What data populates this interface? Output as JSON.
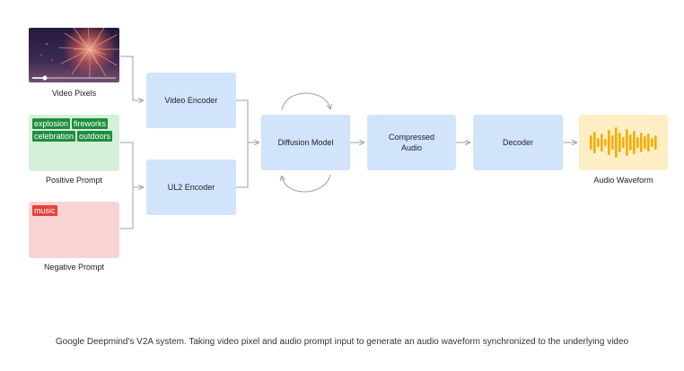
{
  "diagram": {
    "inputs": {
      "video_label": "Video Pixels",
      "positive_label": "Positive Prompt",
      "positive_tags": [
        "explosion",
        "fireworks",
        "celebration",
        "outdoors"
      ],
      "negative_label": "Negative Prompt",
      "negative_tags": [
        "music"
      ]
    },
    "nodes": {
      "video_encoder": "Video Encoder",
      "ul2_encoder": "UL2 Encoder",
      "diffusion_model": "Diffusion Model",
      "compressed_audio": "Compressed Audio",
      "decoder": "Decoder"
    },
    "output_label": "Audio Waveform",
    "colors": {
      "node_blue": "#d2e3fc",
      "positive_bg": "#d5f0d9",
      "positive_tag": "#1e8e3e",
      "negative_bg": "#f8d3d3",
      "negative_tag": "#e5413a",
      "waveform_bg": "#fdefc3",
      "waveform_bars": "#f9ab00",
      "connector": "#9aa0a6"
    }
  },
  "caption": "Google Deepmind's V2A system. Taking video pixel and audio prompt input to generate an audio waveform synchronized to the underlying video"
}
